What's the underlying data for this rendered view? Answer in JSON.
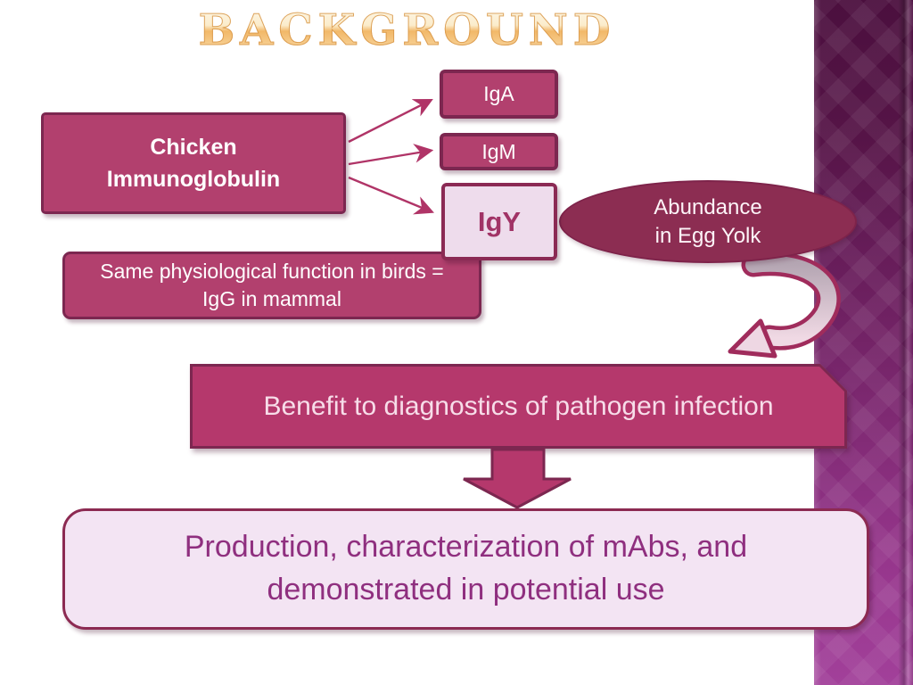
{
  "slide": {
    "title": "BACKGROUND",
    "nodes": {
      "chicken": {
        "lines": [
          "Chicken",
          "Immunoglobulin"
        ]
      },
      "iga": {
        "label": "IgA"
      },
      "igm": {
        "label": "IgM"
      },
      "igy": {
        "label": "IgY"
      },
      "abundance": {
        "lines": [
          "Abundance",
          "in Egg Yolk"
        ]
      },
      "same": {
        "lines": [
          "Same physiological function in birds =",
          "IgG in mammal"
        ]
      },
      "benefit": {
        "label": "Benefit to diagnostics of pathogen infection"
      },
      "production": {
        "lines": [
          "Production, characterization of mAbs, and",
          "demonstrated in potential use"
        ]
      }
    },
    "colors": {
      "box_fill": "#b2406e",
      "box_border": "#7c2750",
      "light_box_fill": "#eedcec",
      "light_box_text": "#a13366",
      "ellipse_fill": "#8c2d52",
      "benefit_text": "#f7dde9",
      "production_fill": "#f3e4f3",
      "production_text": "#8f2f7f",
      "band_top": "#4b0f3e",
      "band_bottom": "#a2409a",
      "title_gold": "#f2b868",
      "connector": "#b03467"
    }
  }
}
